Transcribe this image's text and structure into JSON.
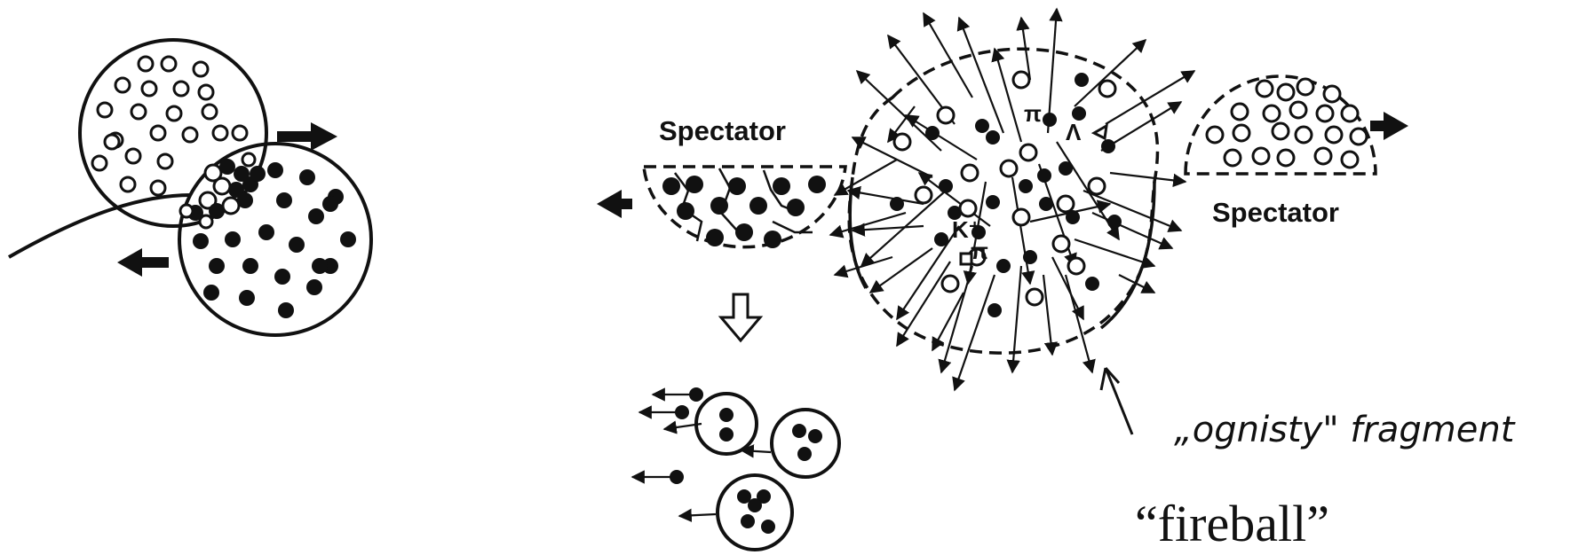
{
  "labels": {
    "spectator_left": "Spectator",
    "spectator_right": "Spectator",
    "pi_top": "π",
    "kaon": "K⁺",
    "pi_mid": "π",
    "lambda": "Λ",
    "hand_note": "„ognisty\" fragment",
    "fireball": "“fireball”"
  },
  "icons": {
    "bold_arrow": "bold-arrow-icon",
    "hollow_down_arrow": "hollow-down-arrow-icon"
  },
  "colors": {
    "ink": "#111111",
    "background": "#ffffff"
  }
}
